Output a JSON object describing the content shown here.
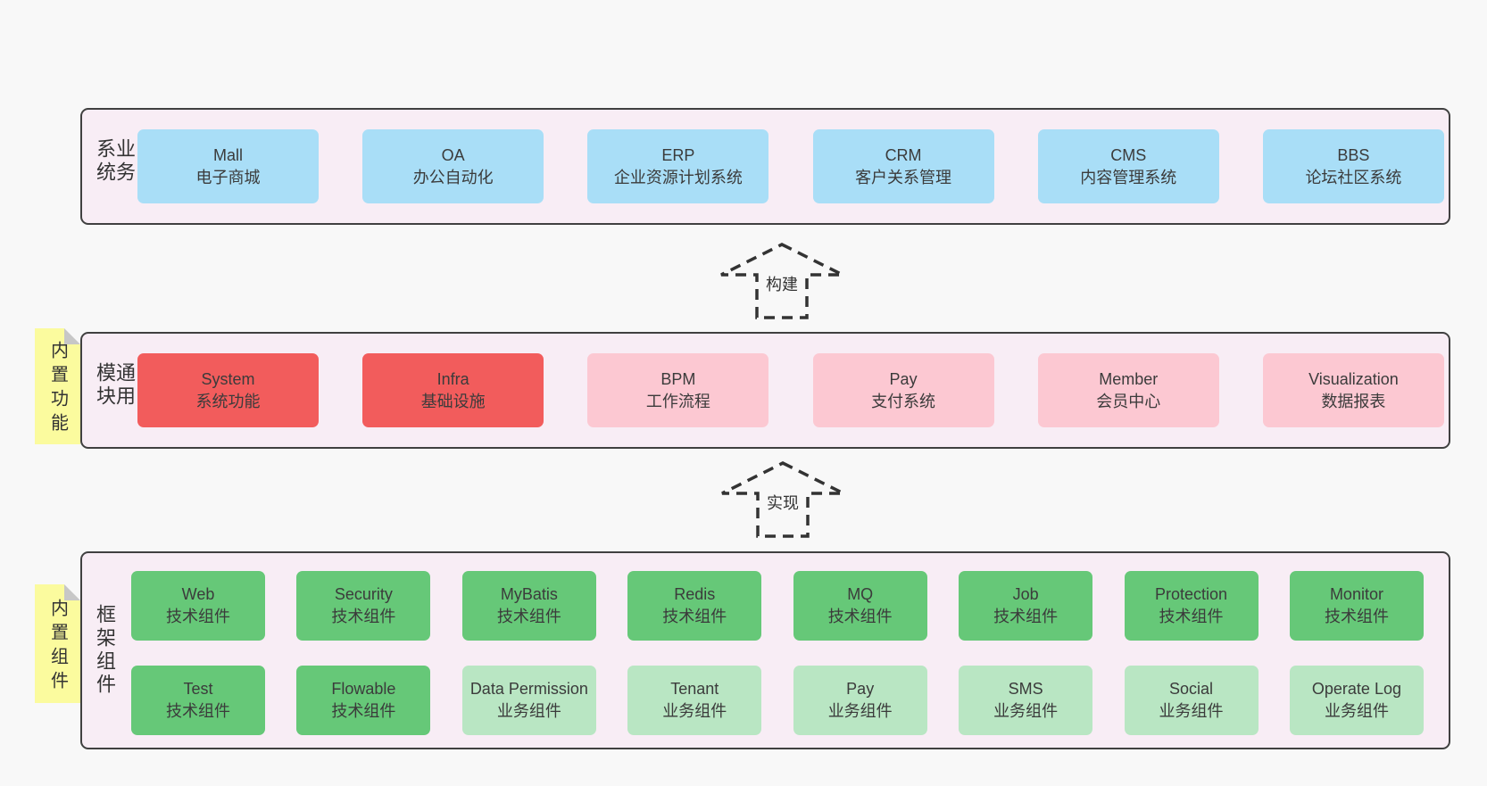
{
  "colors": {
    "page_bg": "#f8f8f8",
    "band_bg": "#f8edf5",
    "band_border": "#404040",
    "blue_box": "#a9def7",
    "red_box": "#f25c5c",
    "pink_box": "#fcc8d2",
    "green_box": "#66c878",
    "light_green_box": "#b9e6c3",
    "sticky_yellow": "#fbfb9e",
    "text": "#3a3a3a"
  },
  "bands": [
    {
      "label": "业务系统",
      "boxes": [
        {
          "name": "Mall",
          "desc": "电子商城"
        },
        {
          "name": "OA",
          "desc": "办公自动化"
        },
        {
          "name": "ERP",
          "desc": "企业资源计划系统"
        },
        {
          "name": "CRM",
          "desc": "客户关系管理"
        },
        {
          "name": "CMS",
          "desc": "内容管理系统"
        },
        {
          "name": "BBS",
          "desc": "论坛社区系统"
        }
      ]
    },
    {
      "label": "通用模块",
      "sticky": "内置功能",
      "boxes": [
        {
          "name": "System",
          "desc": "系统功能"
        },
        {
          "name": "Infra",
          "desc": "基础设施"
        },
        {
          "name": "BPM",
          "desc": "工作流程"
        },
        {
          "name": "Pay",
          "desc": "支付系统"
        },
        {
          "name": "Member",
          "desc": "会员中心"
        },
        {
          "name": "Visualization",
          "desc": "数据报表"
        }
      ]
    },
    {
      "label": "框架组件",
      "sticky": "内置组件",
      "rows": [
        [
          {
            "name": "Web",
            "desc": "技术组件"
          },
          {
            "name": "Security",
            "desc": "技术组件"
          },
          {
            "name": "MyBatis",
            "desc": "技术组件"
          },
          {
            "name": "Redis",
            "desc": "技术组件"
          },
          {
            "name": "MQ",
            "desc": "技术组件"
          },
          {
            "name": "Job",
            "desc": "技术组件"
          },
          {
            "name": "Protection",
            "desc": "技术组件"
          },
          {
            "name": "Monitor",
            "desc": "技术组件"
          }
        ],
        [
          {
            "name": "Test",
            "desc": "技术组件"
          },
          {
            "name": "Flowable",
            "desc": "技术组件"
          },
          {
            "name": "Data Permission",
            "desc": "业务组件"
          },
          {
            "name": "Tenant",
            "desc": "业务组件"
          },
          {
            "name": "Pay",
            "desc": "业务组件"
          },
          {
            "name": "SMS",
            "desc": "业务组件"
          },
          {
            "name": "Social",
            "desc": "业务组件"
          },
          {
            "name": "Operate Log",
            "desc": "业务组件"
          }
        ]
      ]
    }
  ],
  "arrows": [
    {
      "label": "构建"
    },
    {
      "label": "实现"
    }
  ]
}
